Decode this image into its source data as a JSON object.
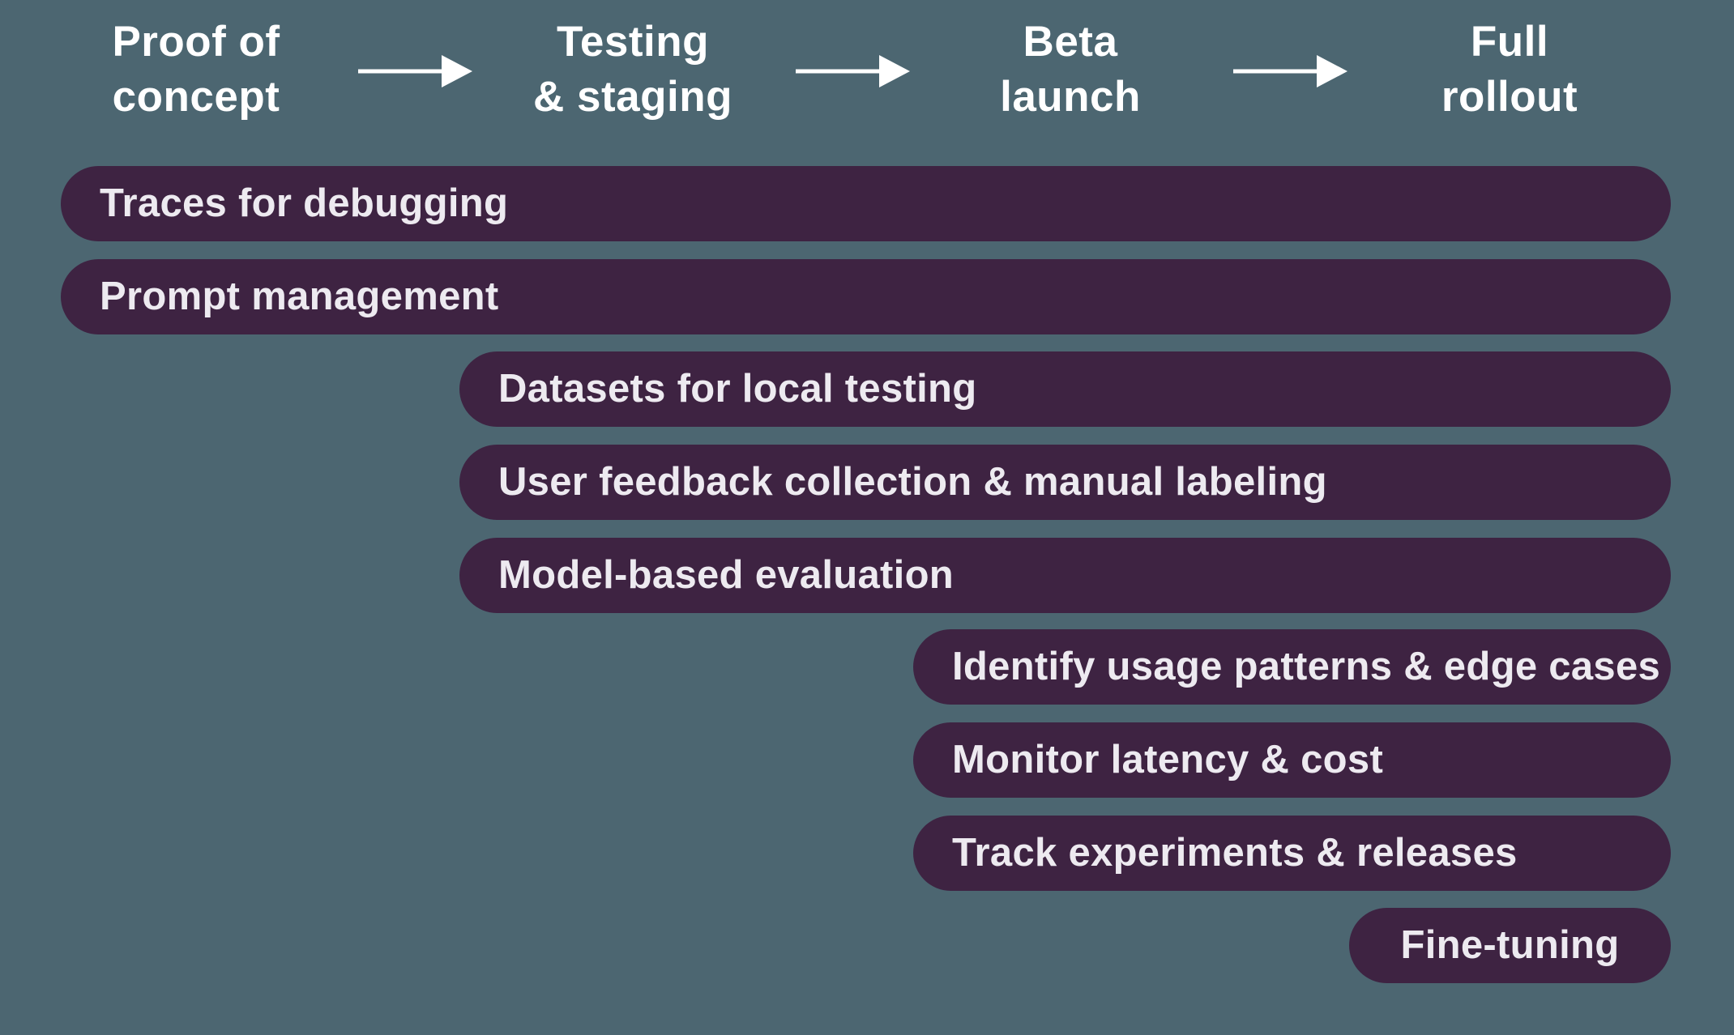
{
  "colors": {
    "background": "#4c6671",
    "bar_fill": "#3e2342",
    "bar_text": "#edeaf0",
    "header_text": "#ffffff"
  },
  "icons": {
    "arrow_right": "arrow-right-icon"
  },
  "stages": [
    {
      "line1": "Proof of",
      "line2": "concept"
    },
    {
      "line1": "Testing",
      "line2": "& staging"
    },
    {
      "line1": "Beta",
      "line2": "launch"
    },
    {
      "line1": "Full",
      "line2": "rollout"
    }
  ],
  "bars": [
    {
      "label": "Traces for debugging",
      "start_stage": "Proof of concept",
      "end_stage": "Full rollout"
    },
    {
      "label": "Prompt management",
      "start_stage": "Proof of concept",
      "end_stage": "Full rollout"
    },
    {
      "label": "Datasets for local testing",
      "start_stage": "Testing & staging",
      "end_stage": "Full rollout"
    },
    {
      "label": "User feedback collection & manual labeling",
      "start_stage": "Testing & staging",
      "end_stage": "Full rollout"
    },
    {
      "label": "Model-based evaluation",
      "start_stage": "Testing & staging",
      "end_stage": "Full rollout"
    },
    {
      "label": "Identify usage patterns & edge cases",
      "start_stage": "Beta launch",
      "end_stage": "Full rollout"
    },
    {
      "label": "Monitor latency & cost",
      "start_stage": "Beta launch",
      "end_stage": "Full rollout"
    },
    {
      "label": "Track experiments & releases",
      "start_stage": "Beta launch",
      "end_stage": "Full rollout"
    },
    {
      "label": "Fine-tuning",
      "start_stage": "Full rollout",
      "end_stage": "Full rollout"
    }
  ]
}
